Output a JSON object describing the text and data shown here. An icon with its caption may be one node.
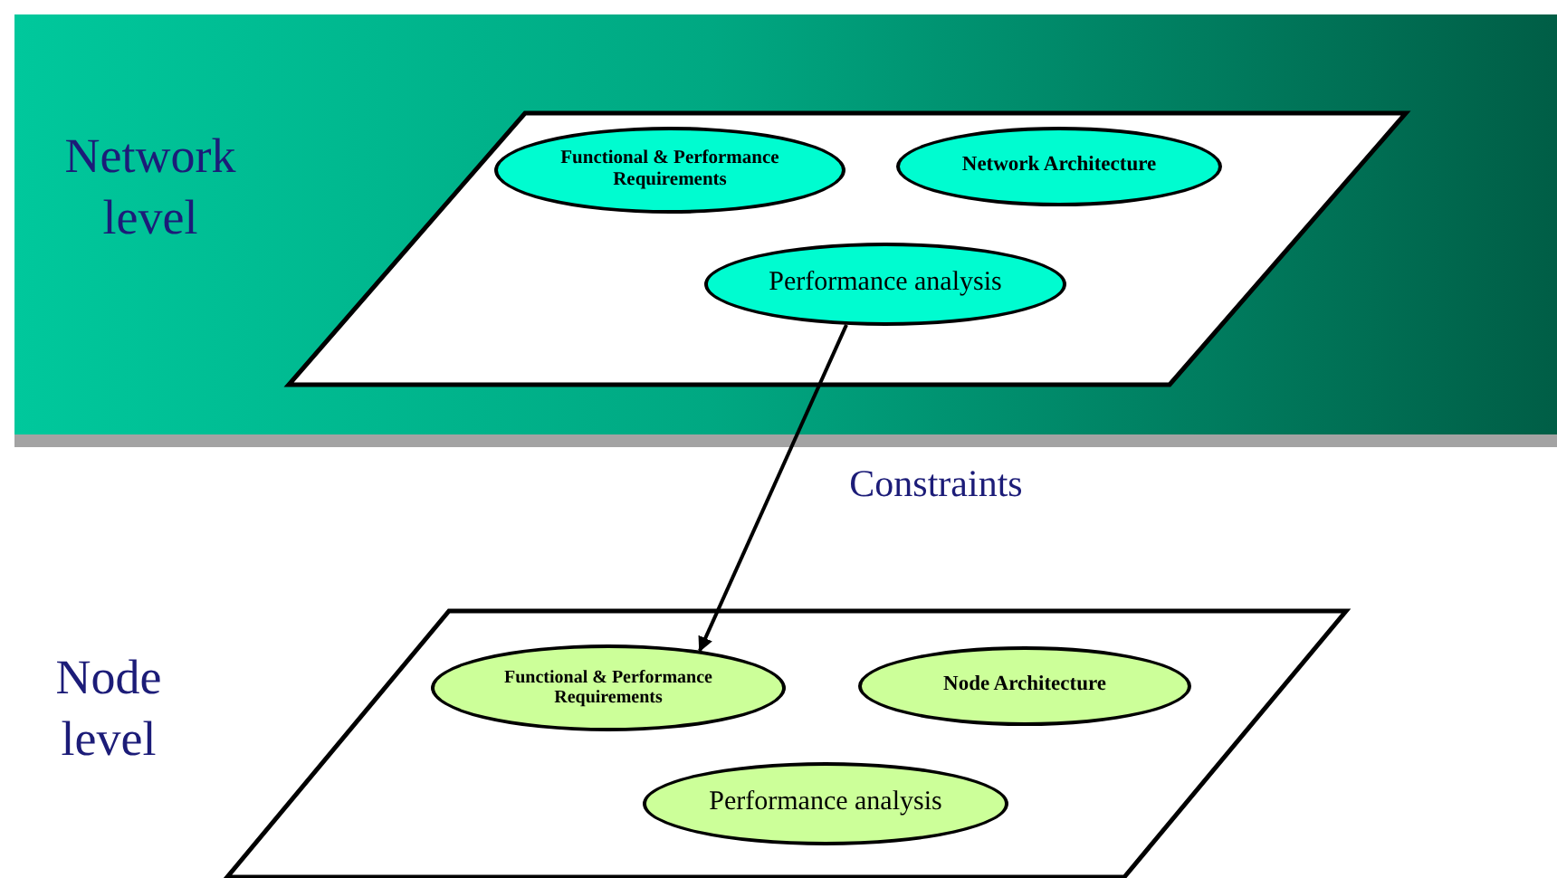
{
  "diagram": {
    "nodes": [
      {
        "text": [
          "Network level"
        ]
      },
      {
        "text": [],
        "shape": "parallelogram",
        "in": 0
      },
      {
        "text": [
          "Functional & Performance Requirements"
        ],
        "in": 1
      },
      {
        "text": [
          "Network Architecture"
        ],
        "in": 1
      },
      {
        "text": [
          "Performance analysis"
        ],
        "in": 1
      },
      {
        "text": [],
        "shape": "parallelogram"
      },
      {
        "text": [
          "Functional & Performance Requirements"
        ],
        "in": 5
      },
      {
        "text": [
          "Node Architecture"
        ],
        "in": 5
      },
      {
        "text": [
          "Performance analysis"
        ],
        "in": 5
      }
    ],
    "edges": [
      {
        "from": 4,
        "to": 6,
        "arrow": "to"
      }
    ],
    "labels": [
      "Constraints",
      "Node level"
    ]
  }
}
